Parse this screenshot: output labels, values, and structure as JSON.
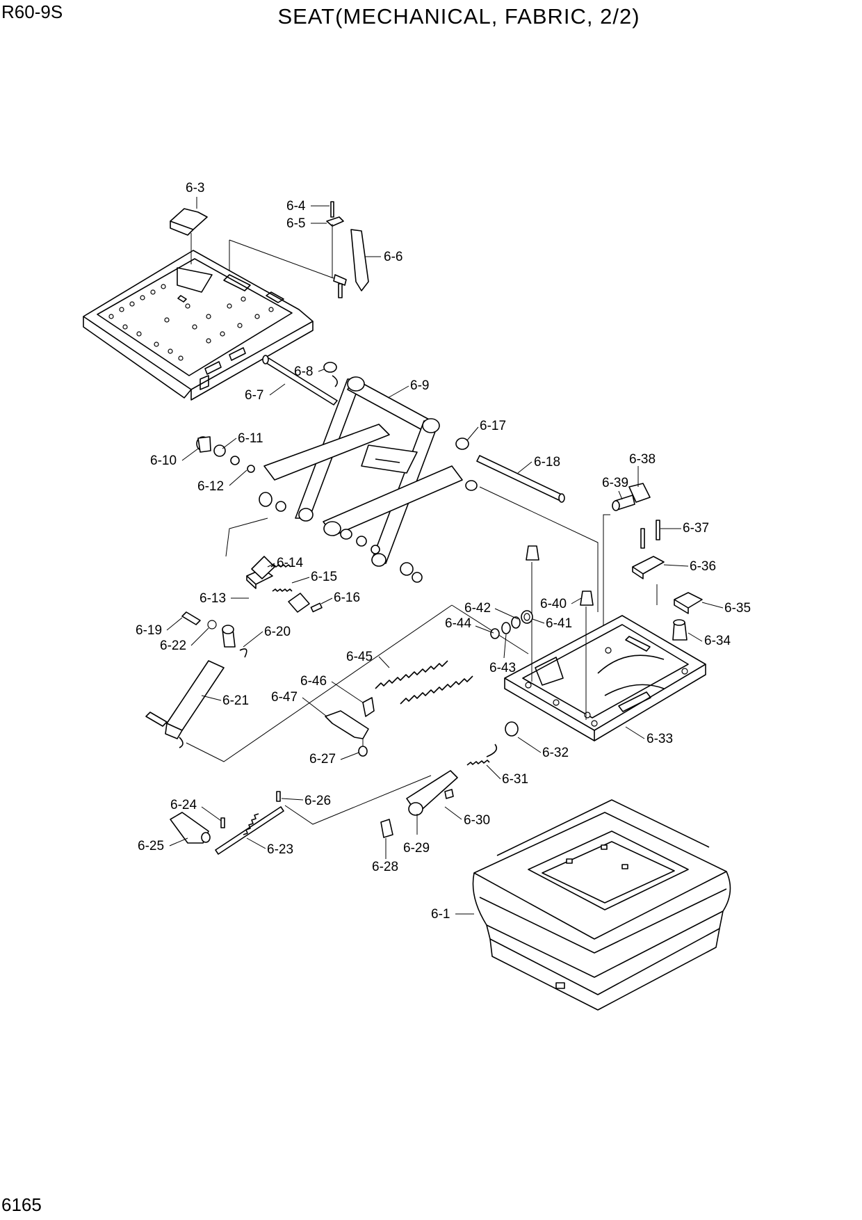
{
  "header": {
    "model": "R60-9S",
    "title": "SEAT(MECHANICAL, FABRIC, 2/2)"
  },
  "footer": {
    "page_number": "6165"
  },
  "callouts": {
    "c6_1": "6-1",
    "c6_3": "6-3",
    "c6_4": "6-4",
    "c6_5": "6-5",
    "c6_6": "6-6",
    "c6_7": "6-7",
    "c6_8": "6-8",
    "c6_9": "6-9",
    "c6_10": "6-10",
    "c6_11": "6-11",
    "c6_12": "6-12",
    "c6_13": "6-13",
    "c6_14": "6-14",
    "c6_15": "6-15",
    "c6_16": "6-16",
    "c6_17": "6-17",
    "c6_18": "6-18",
    "c6_19": "6-19",
    "c6_20": "6-20",
    "c6_21": "6-21",
    "c6_22": "6-22",
    "c6_23": "6-23",
    "c6_24": "6-24",
    "c6_25": "6-25",
    "c6_26": "6-26",
    "c6_27": "6-27",
    "c6_28": "6-28",
    "c6_29": "6-29",
    "c6_30": "6-30",
    "c6_31": "6-31",
    "c6_32": "6-32",
    "c6_33": "6-33",
    "c6_34": "6-34",
    "c6_35": "6-35",
    "c6_36": "6-36",
    "c6_37": "6-37",
    "c6_38": "6-38",
    "c6_39": "6-39",
    "c6_40": "6-40",
    "c6_41": "6-41",
    "c6_42": "6-42",
    "c6_43": "6-43",
    "c6_44": "6-44",
    "c6_45": "6-45",
    "c6_46": "6-46",
    "c6_47": "6-47"
  }
}
